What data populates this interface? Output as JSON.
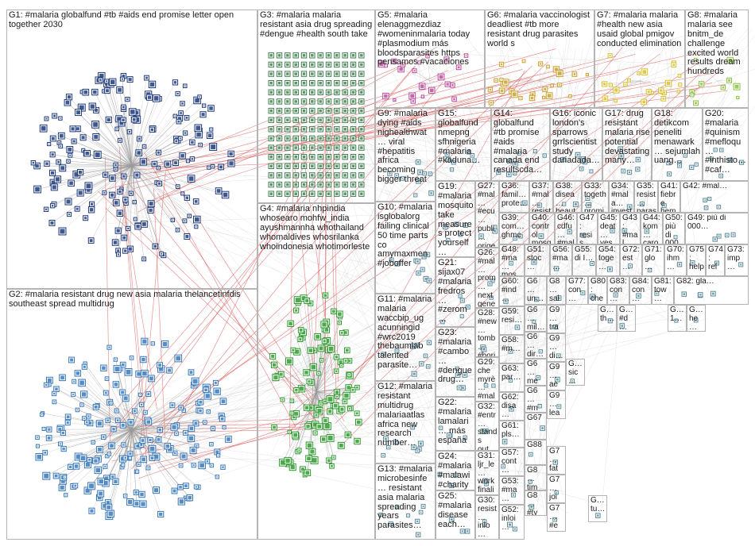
{
  "colors": {
    "background": "#ffffff",
    "box_border": "#b4b4b4",
    "label_text": "#1a1a1a",
    "edge_gray": "#9a9a9a",
    "edge_red": "#d73a3a",
    "g1_nodes": "#1f3a7a",
    "g2_nodes": "#3a78b8",
    "g3_nodes": "#3f7f4f",
    "g4_nodes": "#2f9a2f",
    "g5_nodes": "#b84a9a",
    "g6_nodes": "#c8a02a",
    "g7_nodes": "#d8c02a",
    "g8_nodes": "#8ac040",
    "misc_nodes": "#5a8a9a"
  },
  "groups": [
    {
      "id": "G1",
      "text": "G1: #malaria globalfund #tb #aids end promise letter open together 2030"
    },
    {
      "id": "G2",
      "text": "G2: #malaria resistant drug new asia malaria thelancetinfdis southeast spread multidrug"
    },
    {
      "id": "G3",
      "text": "G3: #malaria malaria resistant asia drug spreading #dengue #health south take"
    },
    {
      "id": "G4",
      "text": "G4: #malaria nhpindia whosearo mohfw_india ayushmannha whothailand whomaldives whosrilanka whoindonesia whotimorleste"
    },
    {
      "id": "G5",
      "text": "G5: #malaria elenaggmezdiaz #womeninmalaria today #plasmodium más bloodsparasites https pensamos #vacaciones"
    },
    {
      "id": "G6",
      "text": "G6: #malaria vaccinologist deadliest #tb more resistant drug parasites world s"
    },
    {
      "id": "G7",
      "text": "G7: #malaria malaria #health new asia usaid global pmigov conducted elimination"
    },
    {
      "id": "G8",
      "text": "G8: #malaria malaria see bnitm_de challenge excited world results dream hundreds"
    },
    {
      "id": "G9",
      "text": "G9: #malaria dying #aids nighealthwat… viral #hepatitis africa becoming bigger threat"
    },
    {
      "id": "G10",
      "text": "G10: #malaria isglobalorg failing clinical 50 time parts co amymaxmen #joboffer"
    },
    {
      "id": "G11",
      "text": "G11: #malaria malaria waccbip_ug acunningid #wrc2019 thebaumlab talented parasite…"
    },
    {
      "id": "G12",
      "text": "G12: #malaria resistant multidrug malariaatlas africa new research number…"
    },
    {
      "id": "G13",
      "text": "G13: #malaria microbesinfe… resistant asia malaria spreading years parasites…"
    },
    {
      "id": "G14",
      "text": "G14: globalfund #tb promise #aids #malaria canada end resultscda…"
    },
    {
      "id": "G15",
      "text": "G15: globalfund nmepng sfhnigeria #malaria #kaduna…"
    },
    {
      "id": "G16",
      "text": "G16: iconic london's sparrows grrlscientist study dariadada…"
    },
    {
      "id": "G17",
      "text": "G17: drug resistant malaria rise potential devastating many…"
    },
    {
      "id": "G18",
      "text": "G18: detikcom peneliti menawark… sejumlah uang…"
    },
    {
      "id": "G19",
      "text": "G19: #malaria mosquito take measures protect yourself…"
    },
    {
      "id": "G20",
      "text": "G20: #malaria #quinism #mefloqu… #inthisto… #caf…"
    },
    {
      "id": "G21",
      "text": "G21: sijax07 #malaria fredros… #zerom…"
    },
    {
      "id": "G22",
      "text": "G22: #malaria lamalari… más españa…"
    },
    {
      "id": "G23",
      "text": "G23: #malaria #cambo… #dengue drug…"
    },
    {
      "id": "G24",
      "text": "G24: #malaria #malawi #charity #africa…"
    },
    {
      "id": "G25",
      "text": "G25: #malaria disease each…"
    },
    {
      "id": "G26",
      "text": "G26: #mal… prom… next gene… end…"
    },
    {
      "id": "G27",
      "text": "G27: #mal… #ecu… publi… orige… paras…"
    },
    {
      "id": "G28",
      "text": "G28: #new… tomb… #bori…"
    },
    {
      "id": "G29",
      "text": "G29: che myrè… #mal…"
    },
    {
      "id": "G30",
      "text": "G30: resist… inlo…"
    },
    {
      "id": "G31",
      "text": "G31: ljr_le… work finali…"
    },
    {
      "id": "G32",
      "text": "G32: #entr… stands out…"
    },
    {
      "id": "G33",
      "text": "G33: togeth… promi…"
    },
    {
      "id": "G34",
      "text": "G34: #mala… invest…"
    },
    {
      "id": "G35",
      "text": "G35: resist… parasi…"
    },
    {
      "id": "G36",
      "text": "G36: famil… prote…"
    },
    {
      "id": "G37",
      "text": "G37: #mal… resist…"
    },
    {
      "id": "G38",
      "text": "G38: disea… beaut…"
    },
    {
      "id": "G39",
      "text": "G39: com… ghmc…"
    },
    {
      "id": "G40",
      "text": "G40: control mosq…"
    },
    {
      "id": "G41",
      "text": "G41: fiebre hemo…"
    },
    {
      "id": "G42",
      "text": "G42: #mal…"
    },
    {
      "id": "G43",
      "text": "G43: #mal… dr…"
    },
    {
      "id": "G44",
      "text": "G44: kom… caro…"
    },
    {
      "id": "G45",
      "text": "G45: deat… yes…"
    },
    {
      "id": "G46",
      "text": "G46: cdfu… #mal…"
    },
    {
      "id": "G47",
      "text": "G47: resis… #mal…"
    },
    {
      "id": "G48",
      "text": "G48: #ma… mos…"
    },
    {
      "id": "G49",
      "text": "G49: più di 000…"
    },
    {
      "id": "G50",
      "text": "G50: più di 000…"
    },
    {
      "id": "G51",
      "text": "G51: stoc…"
    },
    {
      "id": "G52",
      "text": "G52: inloi…"
    },
    {
      "id": "G53",
      "text": "G53: #ma…"
    },
    {
      "id": "G54",
      "text": "G54: toge…"
    },
    {
      "id": "G55",
      "text": "G55: di I…"
    },
    {
      "id": "G56",
      "text": "G56: #ma…"
    },
    {
      "id": "G57",
      "text": "G57: cont…"
    },
    {
      "id": "G58",
      "text": "G58: #m…"
    },
    {
      "id": "G59",
      "text": "G59: resi…"
    },
    {
      "id": "G60",
      "text": "G60: #ind…"
    },
    {
      "id": "G61",
      "text": "G61: pls…"
    },
    {
      "id": "G62",
      "text": "G62: disa…"
    },
    {
      "id": "G63",
      "text": "G63: par…"
    },
    {
      "id": "G67",
      "text": "G67"
    },
    {
      "id": "G70",
      "text": "G70: ihm…"
    },
    {
      "id": "G71",
      "text": "G71: glo…"
    },
    {
      "id": "G72",
      "text": "G72: est…"
    },
    {
      "id": "G73",
      "text": "G73: imp…"
    },
    {
      "id": "G74",
      "text": "G74: rel…"
    },
    {
      "id": "G75",
      "text": "G75: help"
    },
    {
      "id": "G77",
      "text": "G77: con…"
    },
    {
      "id": "G80",
      "text": "G80: che…"
    },
    {
      "id": "G81",
      "text": "G81: tow…"
    },
    {
      "id": "G82",
      "text": "G82: gla…"
    },
    {
      "id": "G83",
      "text": "G83: con…"
    },
    {
      "id": "G84",
      "text": "G84: con…"
    },
    {
      "id": "G88",
      "text": "G88"
    },
    {
      "id": "S01",
      "text": "G6… un…"
    },
    {
      "id": "S02",
      "text": "G8… sal…"
    },
    {
      "id": "S03",
      "text": "G6… mil…"
    },
    {
      "id": "S04",
      "text": "G9… tra…"
    },
    {
      "id": "S05",
      "text": "G… th…"
    },
    {
      "id": "S06",
      "text": "G… #d…"
    },
    {
      "id": "S07",
      "text": "G… 1…"
    },
    {
      "id": "S08",
      "text": "G… he…"
    },
    {
      "id": "S09",
      "text": "G6… dir…"
    },
    {
      "id": "S10",
      "text": "G9… di…"
    },
    {
      "id": "S11",
      "text": "G6… me…"
    },
    {
      "id": "S12",
      "text": "G… sic…"
    },
    {
      "id": "S13",
      "text": "G9… ae…"
    },
    {
      "id": "S14",
      "text": "G6… #m…"
    },
    {
      "id": "S15",
      "text": "G9… lea…"
    },
    {
      "id": "S16",
      "text": "G7… fat…"
    },
    {
      "id": "S17",
      "text": "G7… joi…"
    },
    {
      "id": "S18",
      "text": "G8… tim…"
    },
    {
      "id": "S19",
      "text": "G8… #ty…"
    },
    {
      "id": "S20",
      "text": "G7… #e…"
    },
    {
      "id": "S21",
      "text": "G… tu…"
    }
  ]
}
